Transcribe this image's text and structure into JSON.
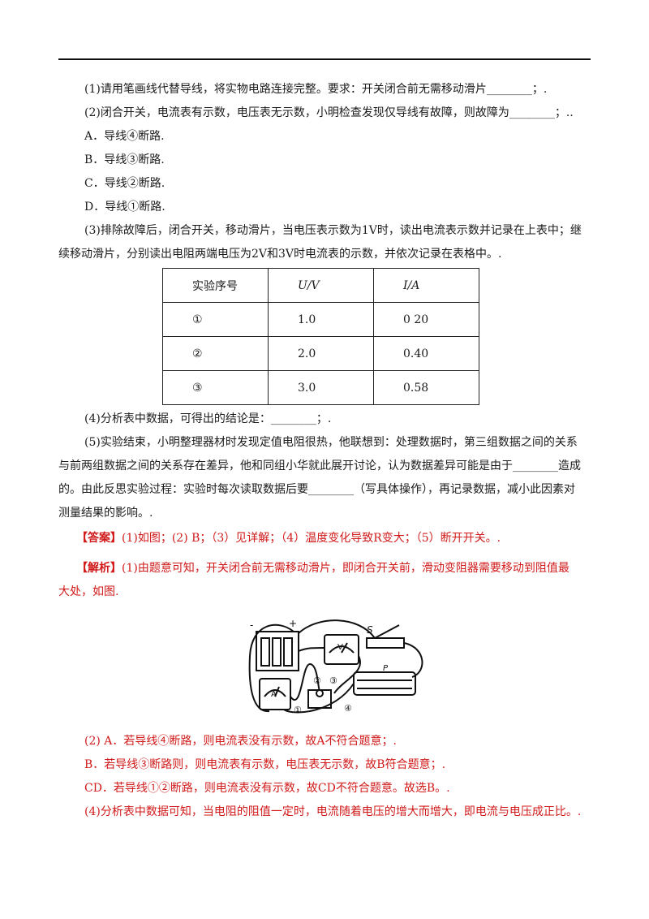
{
  "questions": {
    "q1": "(1)请用笔画线代替导线，将实物电路连接完整。要求：开关闭合前无需移动滑片________；.",
    "q2": "(2)闭合开关，电流表有示数，电压表无示数，小明检查发现仅导线有故障，则故障为________；..",
    "optA": "A．导线④断路.",
    "optB": "B．导线③断路.",
    "optC": "C．导线②断路.",
    "optD": "D．导线①断路.",
    "q3_l1": "(3)排除故障后，闭合开关，移动滑片，当电压表示数为1V时，读出电流表示数并记录在上表中；继",
    "q3_l2": "续移动滑片，分别读出电阻两端电压为2V和3V时电流表的示数，并依次记录在表格中。.",
    "q4": "(4)分析表中数据，可得出的结论是：________；.",
    "q5_l1": "(5)实验结束，小明整理器材时发现定值电阻很热，他联想到：处理数据时，第三组数据之间的关系",
    "q5_l2": "与前两组数据之间的关系存在差异，他和同组小华就此展开讨论，认为数据差异可能是由于________造成",
    "q5_l3": "的。由此反思实验过程：实验时每次读取数据后要________（写具体操作），再记录数据，减小此因素对",
    "q5_l4": "测量结果的影响。."
  },
  "table": {
    "headers": [
      "实验序号",
      "U/V",
      "I/A"
    ],
    "rows": [
      [
        "①",
        "1.0",
        "0 20"
      ],
      [
        "②",
        "2.0",
        "0.40"
      ],
      [
        "③",
        "3.0",
        "0.58"
      ]
    ]
  },
  "answer": {
    "tag": "【答案】",
    "text": "(1)如图；(2) B；（3）见详解；（4）温度变化导致R变大；（5）断开开关。."
  },
  "analysis": {
    "tag": "【解析】",
    "l1": "(1)由题意可知，开关闭合前无需移动滑片，即闭合开关前，滑动变阻器需要移动到阻值最",
    "l2": "大处，如图.",
    "p2": "(2) A．若导线④断路，则电流表没有示数，故A不符合题意；.",
    "p3": "B．若导线③断路则，则电流表有示数，电压表无示数，故B符合题意；.",
    "p4": "CD．若导线①②断路，则电流表没有示数，故CD不符合题意。故选B。.",
    "p5": "(4)分析表中数据可知，当电阻的阻值一定时，电流随着电压的增大而增大，即电流与电压成正比。."
  },
  "figure": {
    "labels": [
      "-",
      "+",
      "S",
      "P",
      "A",
      "V",
      "①",
      "②",
      "③",
      "④"
    ]
  }
}
